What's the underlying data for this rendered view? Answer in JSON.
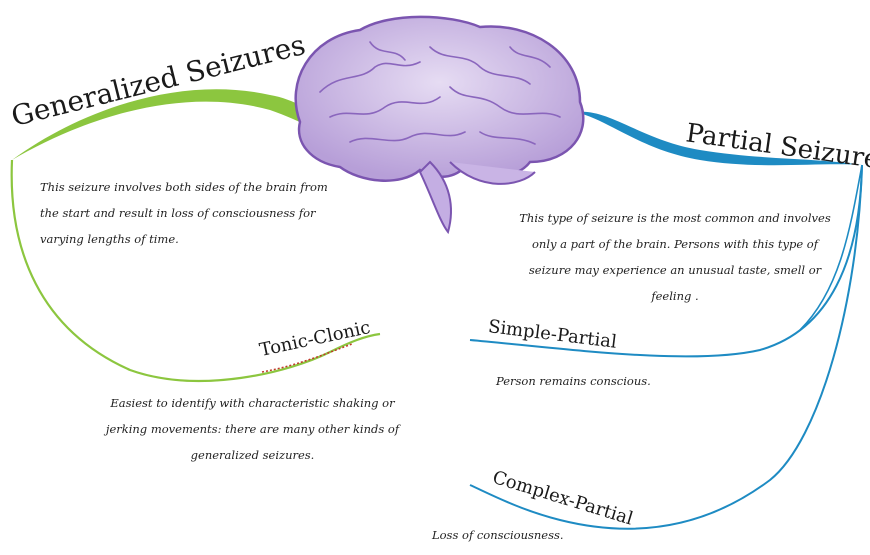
{
  "colors": {
    "generalized_branch": "#8cc63f",
    "partial_branch": "#1e8bc3",
    "brain_fill": "#cdb8e6",
    "brain_outline": "#7b55b0",
    "tonic_underline": "#c0392b"
  },
  "generalized": {
    "title": "Generalized Seizures",
    "description": "This seizure involves both sides of the brain from the start and result in loss of consciousness for varying lengths of time."
  },
  "partial": {
    "title": "Partial Seizures",
    "description": "This type of seizure is the most common and involves only a part of the brain. Persons with this type of seizure may experience an unusual taste, smell or feeling ."
  },
  "tonic_clonic": {
    "title": "Tonic-Clonic",
    "description": "Easiest to identify with characteristic shaking or jerking movements: there are many other kinds of generalized seizures."
  },
  "simple_partial": {
    "title": "Simple-Partial",
    "description": "Person remains conscious."
  },
  "complex_partial": {
    "title": "Complex-Partial",
    "description": "Loss of consciousness."
  },
  "brain": {
    "icon": "brain-icon"
  }
}
